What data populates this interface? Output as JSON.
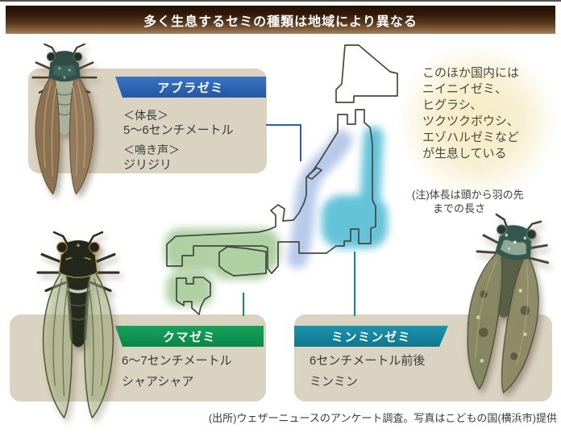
{
  "header": {
    "title": "多く生息するセミの種類は地域により異なる"
  },
  "species": [
    {
      "id": "aburazemi",
      "name": "アブラゼミ",
      "banner_color": "#2a5fae",
      "region_color": "#adc2e7",
      "length_label": "＜体長＞",
      "length": "5～6センチメートル",
      "cry_label": "＜鳴き声＞",
      "cry": "ジリジリ"
    },
    {
      "id": "kumazemi",
      "name": "クマゼミ",
      "banner_color": "#0e9350",
      "region_color": "#a3cb96",
      "length": "6～7センチメートル",
      "cry": "シャアシャア"
    },
    {
      "id": "minminzemi",
      "name": "ミンミンゼミ",
      "banner_color": "#15839c",
      "region_color": "#4fbbd3",
      "length": "6センチメートル前後",
      "cry": "ミンミン"
    }
  ],
  "sidebox": {
    "lines": [
      "このほか国内には",
      "ニイニイゼミ、",
      "ヒグラシ、",
      "ツクツクボウシ、",
      "エゾハルゼミなど",
      "が生息している"
    ]
  },
  "note": {
    "line1": "(注)体長は頭から羽の先",
    "line2": "までの長さ"
  },
  "source": {
    "text": "(出所)ウェザーニュースのアンケート調査。写真はこどもの国(横浜市)提供"
  }
}
